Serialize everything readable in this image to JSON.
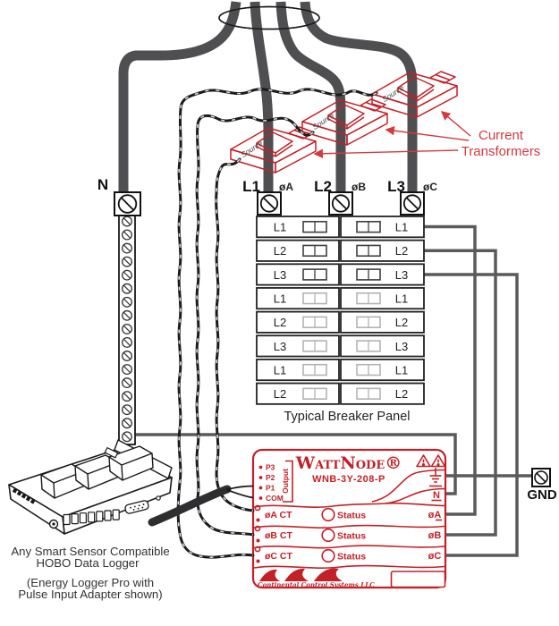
{
  "colors": {
    "device_red": "#c32127",
    "annotation_red": "#d6393f",
    "wire_thick_gray": "#4f4f51",
    "wire_thin_gray": "#5a5a5c"
  },
  "feeders": {
    "neutral_label": "N",
    "l1_label": "L1",
    "l2_label": "L2",
    "l3_label": "L3",
    "phase_a_label": "øA",
    "phase_b_label": "øB",
    "phase_c_label": "øC"
  },
  "current_transformers": {
    "source_label": "Source",
    "annotation_line1": "Current",
    "annotation_line2": "Transformers"
  },
  "breaker_panel": {
    "caption": "Typical Breaker Panel",
    "left_rows": [
      "L1",
      "L2",
      "L3",
      "L1",
      "L2",
      "L3",
      "L1",
      "L2"
    ],
    "right_rows": [
      "L1",
      "L2",
      "L3",
      "L1",
      "L2",
      "L3",
      "L1",
      "L2"
    ]
  },
  "wattnode": {
    "brand": "WattNode®",
    "model": "WNB-3Y-208-P",
    "output_label": "Output",
    "output_terminals": [
      "P3",
      "P2",
      "P1",
      "COM"
    ],
    "ct_rows": [
      "øA CT",
      "øB CT",
      "øC CT"
    ],
    "status_label": "Status",
    "terminals": {
      "neutral": "N",
      "phase_a": "øA",
      "phase_b": "øB",
      "phase_c": "øC"
    },
    "logo_caption": "Continental Control Systems LLC"
  },
  "ground": {
    "label": "GND"
  },
  "logger": {
    "caption_line1": "Any Smart Sensor Compatible",
    "caption_line2": "HOBO Data Logger",
    "note_line1": "(Energy Logger Pro with",
    "note_line2": "Pulse Input Adapter shown)"
  }
}
